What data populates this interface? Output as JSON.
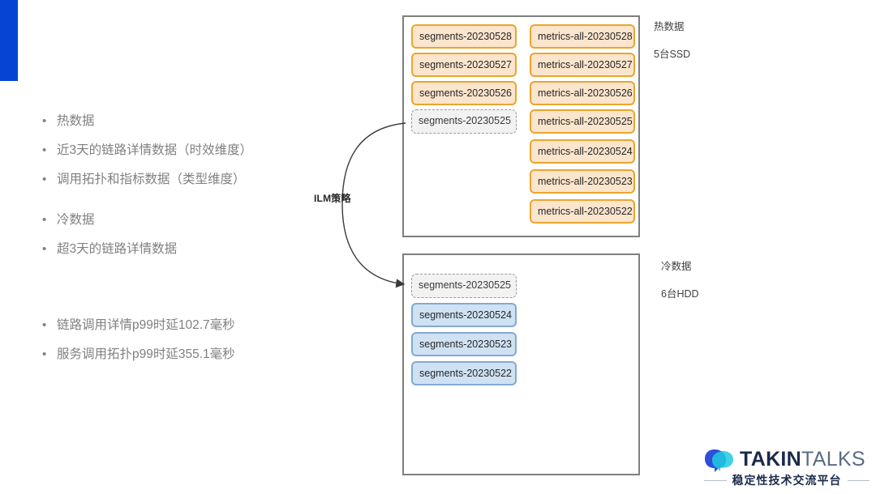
{
  "slide": {
    "accent_color": "#0645d4"
  },
  "bullets": {
    "group_1": [
      "热数据",
      "近3天的链路详情数据（时效维度）",
      "调用拓扑和指标数据（类型维度）"
    ],
    "group_2": [
      "冷数据",
      "超3天的链路详情数据"
    ],
    "group_3": [
      "链路调用详情p99时延102.7毫秒",
      "服务调用拓扑p99时延355.1毫秒"
    ],
    "marker": "•"
  },
  "diagram": {
    "ilm_label": "ILM策略",
    "hot_tier": {
      "caption_title": "热数据",
      "caption_sub": "5台SSD",
      "segments": [
        {
          "label": "segments-20230528",
          "style": "orange"
        },
        {
          "label": "segments-20230527",
          "style": "orange"
        },
        {
          "label": "segments-20230526",
          "style": "orange"
        },
        {
          "label": "segments-20230525",
          "style": "dashed"
        }
      ],
      "metrics": [
        {
          "label": "metrics-all-20230528",
          "style": "orange"
        },
        {
          "label": "metrics-all-20230527",
          "style": "orange"
        },
        {
          "label": "metrics-all-20230526",
          "style": "orange"
        },
        {
          "label": "metrics-all-20230525",
          "style": "orange"
        },
        {
          "label": "metrics-all-20230524",
          "style": "orange"
        },
        {
          "label": "metrics-all-20230523",
          "style": "orange"
        },
        {
          "label": "metrics-all-20230522",
          "style": "orange"
        }
      ]
    },
    "cold_tier": {
      "caption_title": "冷数据",
      "caption_sub": "6台HDD",
      "segments": [
        {
          "label": "segments-20230525",
          "style": "dashed"
        },
        {
          "label": "segments-20230524",
          "style": "blue"
        },
        {
          "label": "segments-20230523",
          "style": "blue"
        },
        {
          "label": "segments-20230522",
          "style": "blue"
        }
      ]
    },
    "colors": {
      "orange_fill": "#fce5cd",
      "orange_border": "#eaa52e",
      "blue_fill": "#cfe2f3",
      "blue_border": "#84a9d0",
      "dashed_fill": "#f2f2f2",
      "dashed_border": "#9a9a9a",
      "box_border": "#7f7f7f"
    }
  },
  "brand": {
    "word_bold": "TAKIN",
    "word_light": "TALKS",
    "tagline": "稳定性技术交流平台"
  }
}
